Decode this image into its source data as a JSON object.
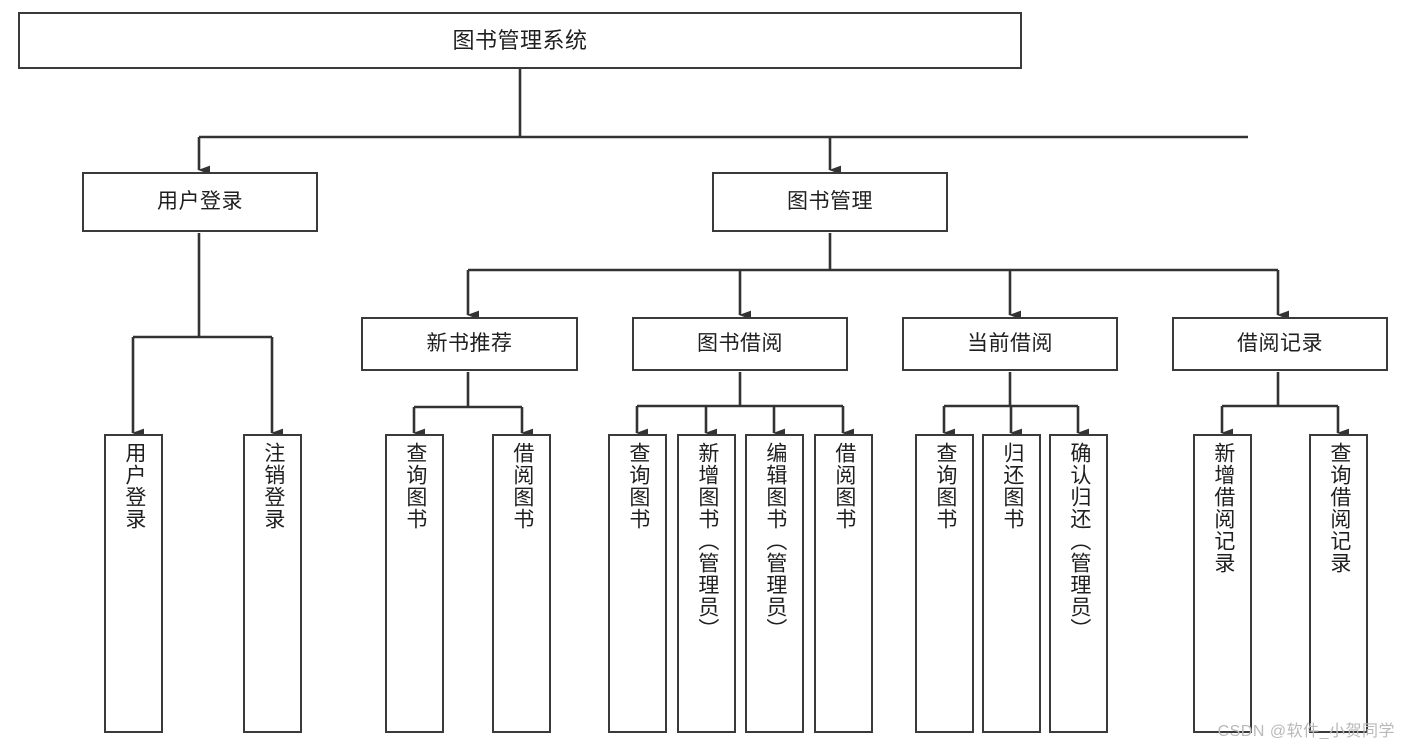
{
  "diagram": {
    "title": "图书管理系统",
    "type": "tree-hierarchy-chart",
    "watermark": "CSDN @软件_小贺同学",
    "colors": {
      "background": "#ffffff",
      "node_border": "#3a3a3a",
      "node_fill": "#ffffff",
      "edge": "#333333",
      "text": "#1f1f1f",
      "watermark": "#b9b9b9"
    },
    "nodes": {
      "root": {
        "label": "图书管理系统"
      },
      "level1": [
        {
          "id": "user-login",
          "label": "用户登录"
        },
        {
          "id": "book-manage",
          "label": "图书管理"
        }
      ],
      "level2": [
        {
          "id": "new-book-recommend",
          "label": "新书推荐"
        },
        {
          "id": "book-borrow",
          "label": "图书借阅"
        },
        {
          "id": "current-borrow",
          "label": "当前借阅"
        },
        {
          "id": "borrow-record",
          "label": "借阅记录"
        }
      ],
      "leaves": {
        "user-login": [
          {
            "id": "leaf-user-login",
            "label": "用户登录"
          },
          {
            "id": "leaf-logout-login",
            "label": "注销登录"
          }
        ],
        "new-book-recommend": [
          {
            "id": "leaf-query-book-1",
            "label": "查询图书"
          },
          {
            "id": "leaf-borrow-book-1",
            "label": "借阅图书"
          }
        ],
        "book-borrow": [
          {
            "id": "leaf-query-book-2",
            "label": "查询图书"
          },
          {
            "id": "leaf-add-book-admin",
            "label": "新增图书（管理员）"
          },
          {
            "id": "leaf-edit-book-admin",
            "label": "编辑图书（管理员）"
          },
          {
            "id": "leaf-borrow-book-2",
            "label": "借阅图书"
          }
        ],
        "current-borrow": [
          {
            "id": "leaf-query-book-3",
            "label": "查询图书"
          },
          {
            "id": "leaf-return-book",
            "label": "归还图书"
          },
          {
            "id": "leaf-confirm-return-admin",
            "label": "确认归还（管理员）"
          }
        ],
        "borrow-record": [
          {
            "id": "leaf-add-borrow-record",
            "label": "新增借阅记录"
          },
          {
            "id": "leaf-query-borrow-record",
            "label": "查询借阅记录"
          }
        ]
      }
    }
  }
}
